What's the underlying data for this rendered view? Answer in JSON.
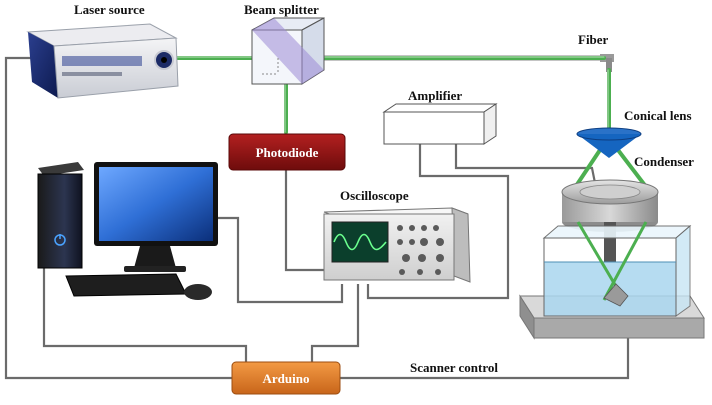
{
  "labels": {
    "laser_source": "Laser source",
    "beam_splitter": "Beam splitter",
    "fiber": "Fiber",
    "amplifier": "Amplifier",
    "conical_lens": "Conical lens",
    "condenser": "Condenser",
    "photodiode": "Photodiode",
    "oscilloscope": "Oscilloscope",
    "arduino": "Arduino",
    "scanner_control": "Scanner control"
  },
  "colors": {
    "beam": "#4caf50",
    "beam_light": "#a5d6a7",
    "wire": "#6b6b6b",
    "photodiode_box": "#8b1414",
    "arduino_box": "#e07b22",
    "conical_lens": "#1565c0",
    "water": "#a9d6ee",
    "screen": "#2f6fd6"
  },
  "icons": {
    "laser_source": "laser-device-icon",
    "beam_splitter": "cube-beam-splitter-icon",
    "computer": "desktop-computer-icon",
    "oscilloscope": "oscilloscope-icon",
    "amplifier": "amplifier-box-icon",
    "conical_lens": "cone-lens-icon",
    "condenser": "condenser-disc-icon",
    "tank": "water-tank-icon"
  }
}
